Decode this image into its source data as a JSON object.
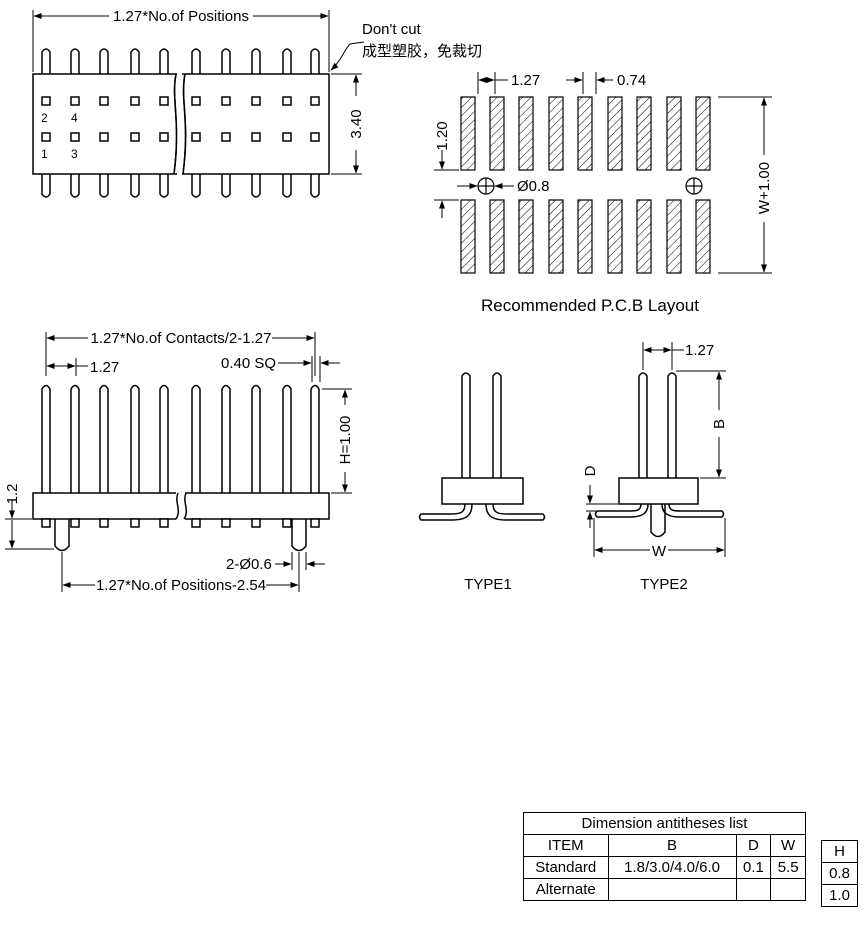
{
  "colors": {
    "line": "#000000",
    "background": "#ffffff"
  },
  "top_view": {
    "width_label": "1.27*No.of Positions",
    "dont_cut_label": "Don't cut",
    "chinese_note": "成型塑胶，免裁切",
    "height_label": "3.40",
    "pin_numbers_top": [
      "2",
      "4"
    ],
    "pin_numbers_bottom": [
      "1",
      "3"
    ]
  },
  "pcb_layout": {
    "pitch_label": "1.27",
    "pad_width_label": "0.74",
    "gap_label": "1.20",
    "hole_label": "Ø0.8",
    "total_label": "W+1.00",
    "caption": "Recommended P.C.B Layout"
  },
  "side_view": {
    "contacts_label": "1.27*No.of Contacts/2-1.27",
    "pitch_label": "1.27",
    "sq_label": "0.40 SQ",
    "h_label": "H=1.00",
    "left_label": "1.2",
    "peg_label": "2-Ø0.6",
    "positions_label": "1.27*No.of Positions-2.54"
  },
  "type1": {
    "caption": "TYPE1"
  },
  "type2": {
    "caption": "TYPE2",
    "pitch_label": "1.27",
    "b_label": "B",
    "d_label": "D",
    "w_label": "W"
  },
  "dimension_table": {
    "title": "Dimension antitheses list",
    "headers": [
      "ITEM",
      "B",
      "D",
      "W"
    ],
    "rows": [
      [
        "Standard",
        "1.8/3.0/4.0/6.0",
        "0.1",
        "5.5"
      ],
      [
        "Alternate",
        "",
        "",
        ""
      ]
    ]
  },
  "h_table": {
    "header": "H",
    "values": [
      "0.8",
      "1.0"
    ]
  }
}
